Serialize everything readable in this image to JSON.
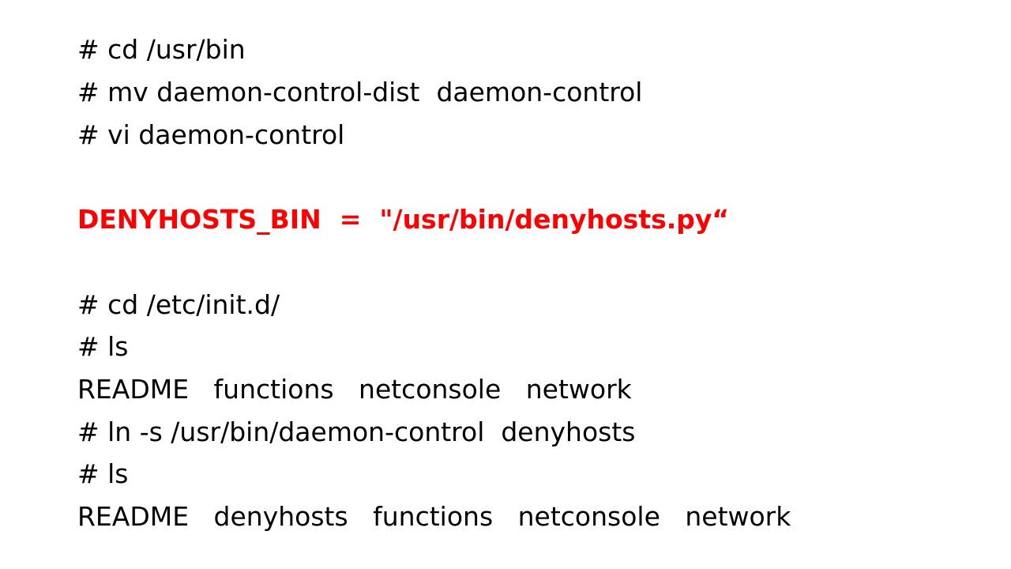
{
  "colors": {
    "text": "#000000",
    "highlight": "#ff0000",
    "background": "#ffffff"
  },
  "lines": [
    {
      "text": "# cd /usr/bin",
      "highlight": false
    },
    {
      "text": "# mv daemon-control-dist  daemon-control",
      "highlight": false
    },
    {
      "text": "# vi daemon-control",
      "highlight": false
    },
    {
      "text": "DENYHOSTS_BIN  =  \"/usr/bin/denyhosts.py“",
      "highlight": true
    },
    {
      "text": "# cd /etc/init.d/",
      "highlight": false
    },
    {
      "text": "# ls",
      "highlight": false
    },
    {
      "text": "README   functions   netconsole   network",
      "highlight": false
    },
    {
      "text": "# ln -s /usr/bin/daemon-control  denyhosts",
      "highlight": false
    },
    {
      "text": "# ls",
      "highlight": false
    },
    {
      "text": "README   denyhosts   functions   netconsole   network",
      "highlight": false
    }
  ]
}
